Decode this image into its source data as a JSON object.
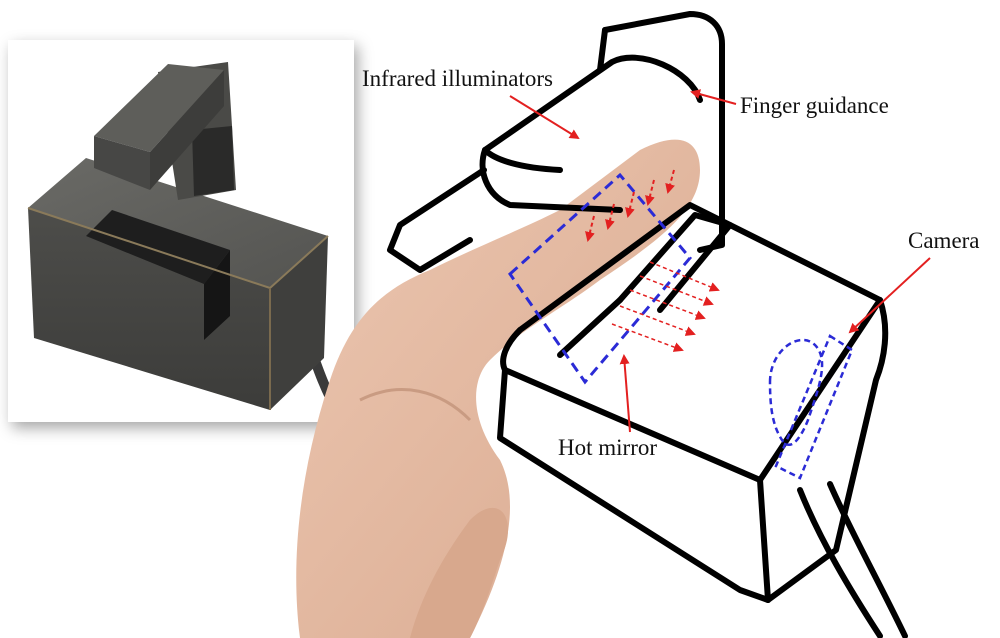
{
  "labels": {
    "infrared": "Infrared illuminators",
    "finger_guidance": "Finger guidance",
    "camera": "Camera",
    "hot_mirror": "Hot mirror"
  },
  "colors": {
    "annotation_arrow": "#e32020",
    "dashed_outline": "#2b2bd6",
    "device_body": "#4a4a48",
    "skin": "#e2b8a0",
    "sketch_line": "#000000"
  },
  "icons": {
    "device_photo": "device-photo",
    "finger": "finger-illustration"
  }
}
